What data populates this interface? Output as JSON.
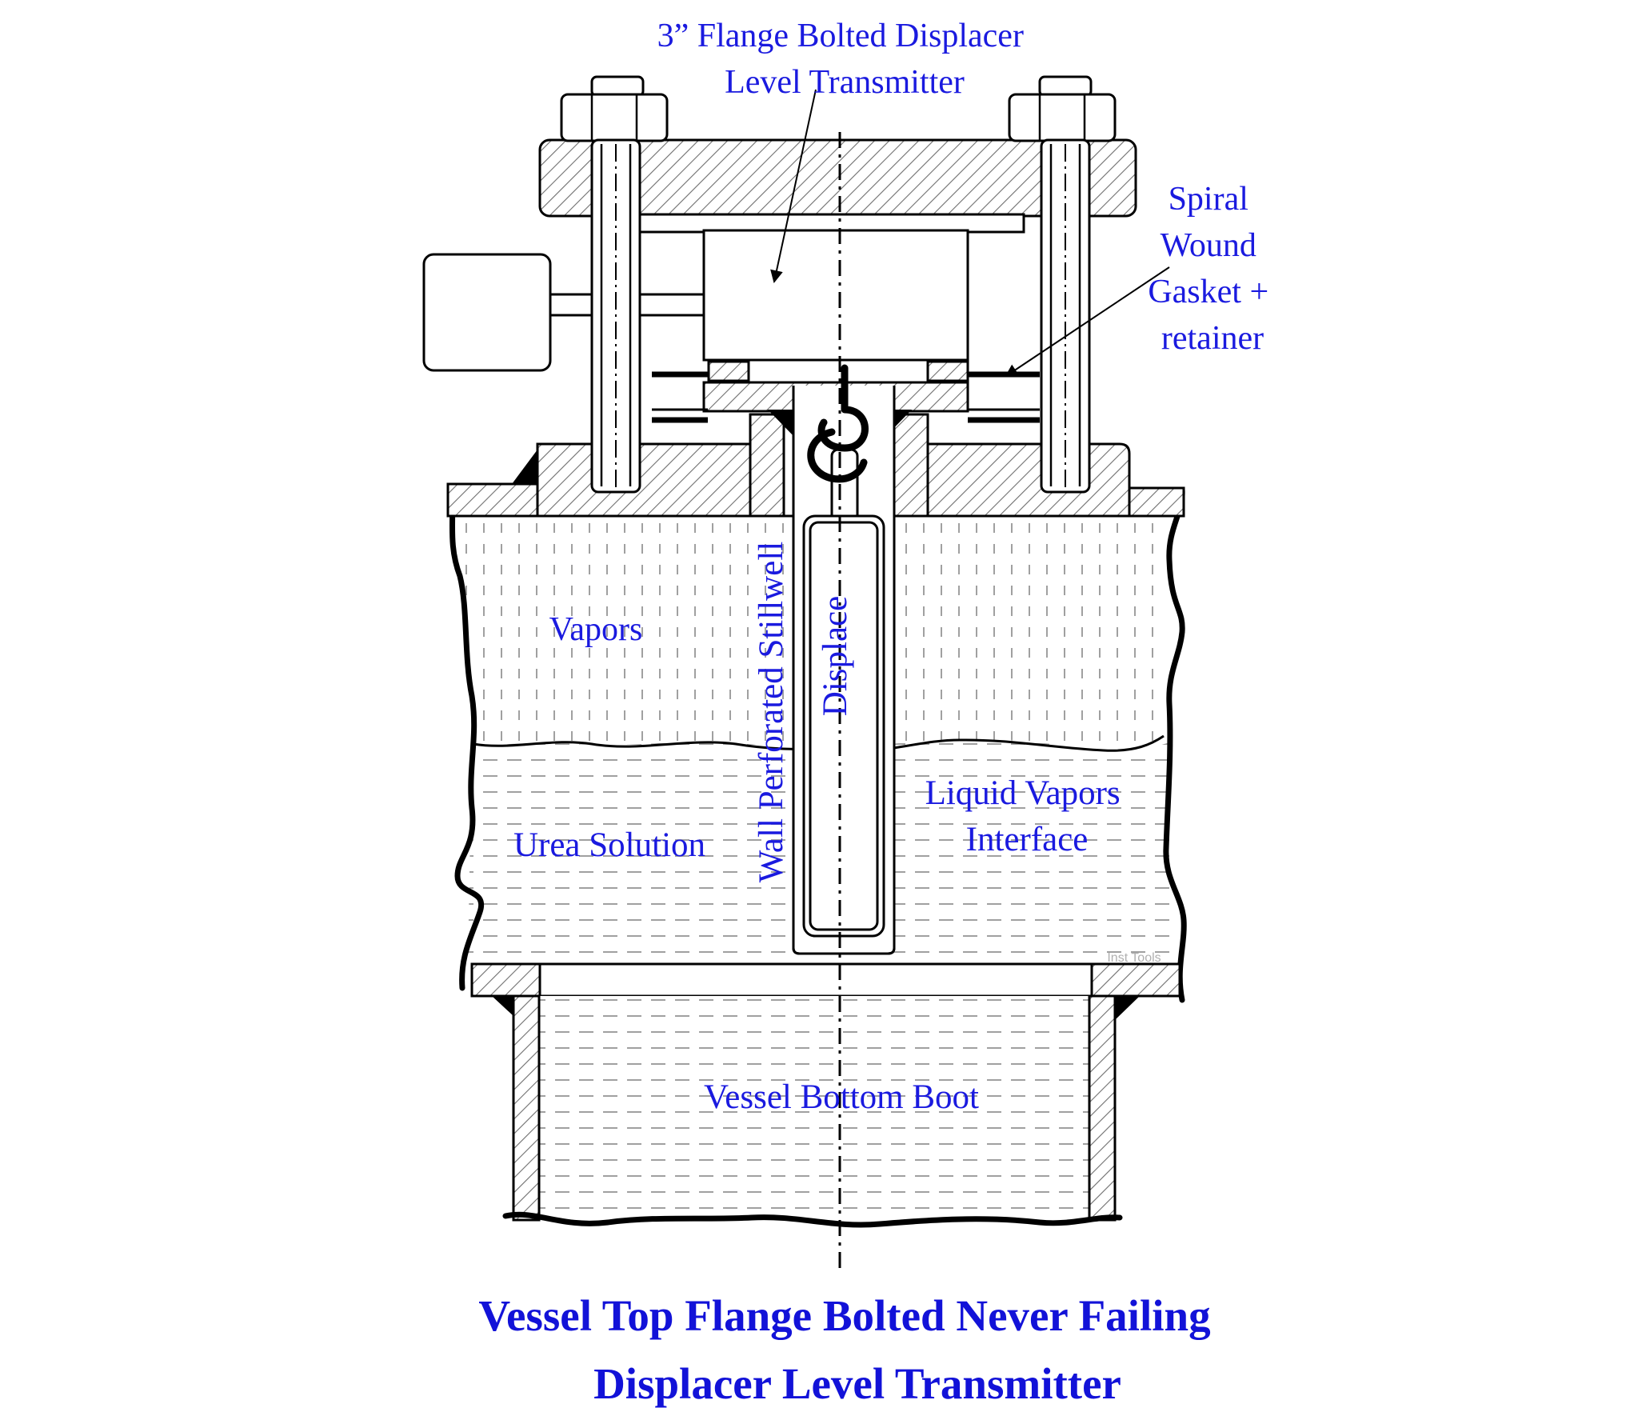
{
  "labels": {
    "transmitter": [
      "3” Flange Bolted Displacer",
      "Level Transmitter"
    ],
    "gasket": [
      "Spiral",
      "Wound",
      "Gasket +",
      "retainer"
    ],
    "vapors": "Vapors",
    "stillwell": "Wall Perforated Stillwell",
    "displacer": "Displace",
    "urea": "Urea Solution",
    "interface": [
      "Liquid Vapors",
      "Interface"
    ],
    "boot": "Vessel Bottom Boot",
    "watermark": "Inst Tools"
  },
  "title": {
    "line1": "Vessel Top Flange Bolted Never Failing",
    "line2": "Displacer Level Transmitter"
  },
  "colors": {
    "label": "#1a1adf",
    "title": "#1212d8",
    "outline": "#000000",
    "vapor_fill": "#9a9a9a",
    "liquid_fill": "#9a9a9a"
  }
}
